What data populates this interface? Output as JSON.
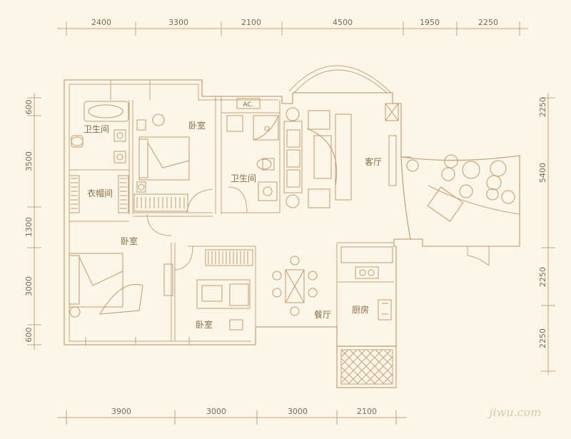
{
  "dimensions": {
    "top": [
      "2400",
      "3300",
      "2100",
      "4500",
      "1950",
      "2250"
    ],
    "bottom": [
      "3900",
      "3000",
      "3000",
      "2100"
    ],
    "left": [
      "600",
      "3500",
      "1300",
      "3000",
      "600"
    ],
    "right": [
      "2250",
      "5400",
      "2250",
      "2250"
    ]
  },
  "rooms": {
    "bathroom_1": "卫生间",
    "bedroom_1": "卧室",
    "closet": "衣帽间",
    "bathroom_2": "卫生间",
    "living_room": "客厅",
    "bedroom_2": "卧室",
    "bedroom_3": "卧室",
    "dining": "餐厅",
    "kitchen": "厨房"
  },
  "labels": {
    "ac": "AC."
  },
  "watermark": "jiwu.com",
  "colors": {
    "line": "#c7a57c",
    "text": "#8a6d45",
    "background": "#fbf6e8"
  }
}
